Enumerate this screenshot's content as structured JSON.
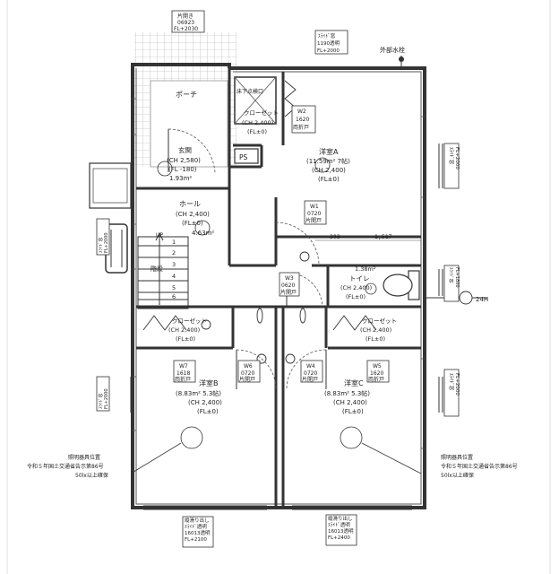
{
  "rooms": {
    "porch": "ポーチ",
    "entrance": {
      "name": "玄関",
      "ch": "(CH 2,580)",
      "fl": "(FL -180)",
      "area": "1.93m²"
    },
    "hall": {
      "name": "ホール",
      "ch": "(CH 2,400)",
      "fl": "(FL±0)",
      "area": "4.63m²"
    },
    "western_a": {
      "name": "洋室A",
      "area": "(11.59m² 7帖)",
      "ch": "(CH 2,400)",
      "fl": "(FL±0)"
    },
    "western_b": {
      "name": "洋室B",
      "area": "(8.83m² 5.3帖)",
      "ch": "(CH 2,400)",
      "fl": "(FL±0)"
    },
    "western_c": {
      "name": "洋室C",
      "area": "(8.83m² 5.3帖)",
      "ch": "(CH 2,400)",
      "fl": "(FL±0)"
    },
    "toilet": {
      "name": "トイレ",
      "area": "1.38m²",
      "ch": "(CH 2,400)",
      "fl": "(FL±0)"
    },
    "closet_a": {
      "name": "クローゼット",
      "ch": "(CH 2,400)",
      "fl": "(FL±0)"
    },
    "closet_b": {
      "name": "クローゼット",
      "ch": "(CH 2,400)",
      "fl": "(FL±0)"
    },
    "closet_c": {
      "name": "クローゼット",
      "ch": "(CH 2,400)",
      "fl": "(FL±0)"
    },
    "under_floor": "床下点検口",
    "ps": "PS"
  },
  "stairs": {
    "up": "UP",
    "steps": [
      "1",
      "2",
      "3",
      "4",
      "5",
      "6"
    ],
    "label": "階段"
  },
  "windows": {
    "top_main": [
      "片開き",
      "06923",
      "FL+2030"
    ],
    "top_right": [
      "ｽﾗｲﾄﾞ窓",
      "1190透明",
      "FL+2000"
    ],
    "right_a": [
      "ｽﾗｲﾄﾞ窓",
      "FL+2000"
    ],
    "right_toilet": [
      "ｽﾗｲﾄﾞ窓",
      "FL+1800"
    ],
    "right_c": [
      "ｽﾗｲﾄﾞ窓",
      "FL+2000"
    ],
    "left_hall": [
      "ｽﾗｲﾄﾞ窓",
      "FL+2000"
    ],
    "left_b": [
      "ｽﾗｲﾄﾞ窓",
      "FL+2000"
    ],
    "bottom_b": [
      "縦滑り出し",
      "ｽﾗｲﾄﾞ透明",
      "16013透明",
      "FL+2100"
    ],
    "bottom_c": [
      "縦滑り出し",
      "ｽﾗｲﾄﾞ透明",
      "16013透明",
      "FL+2400"
    ]
  },
  "doors": {
    "w1": [
      "W1",
      "0720",
      "片開戸"
    ],
    "w2": [
      "W2",
      "1620",
      "両折戸"
    ],
    "w3": [
      "W3",
      "0620",
      "片開戸"
    ],
    "w4": [
      "W4",
      "0720",
      "片開戸"
    ],
    "w5": [
      "W5",
      "1620",
      "両折戸"
    ],
    "w6": [
      "W6",
      "0720",
      "片開戸"
    ],
    "w7": [
      "W7",
      "1618",
      "両折戸"
    ]
  },
  "dims": {
    "d1": "303",
    "d2": "1,517"
  },
  "labels": {
    "water_tap": "外部水栓",
    "kw": "24H",
    "light_left": [
      "照明器具位置",
      "令和５年国土交通省告示第86号",
      "50lx以上確保"
    ],
    "light_right": [
      "照明器具位置",
      "令和５年国土交通省告示第86号",
      "50lx以上確保"
    ]
  }
}
